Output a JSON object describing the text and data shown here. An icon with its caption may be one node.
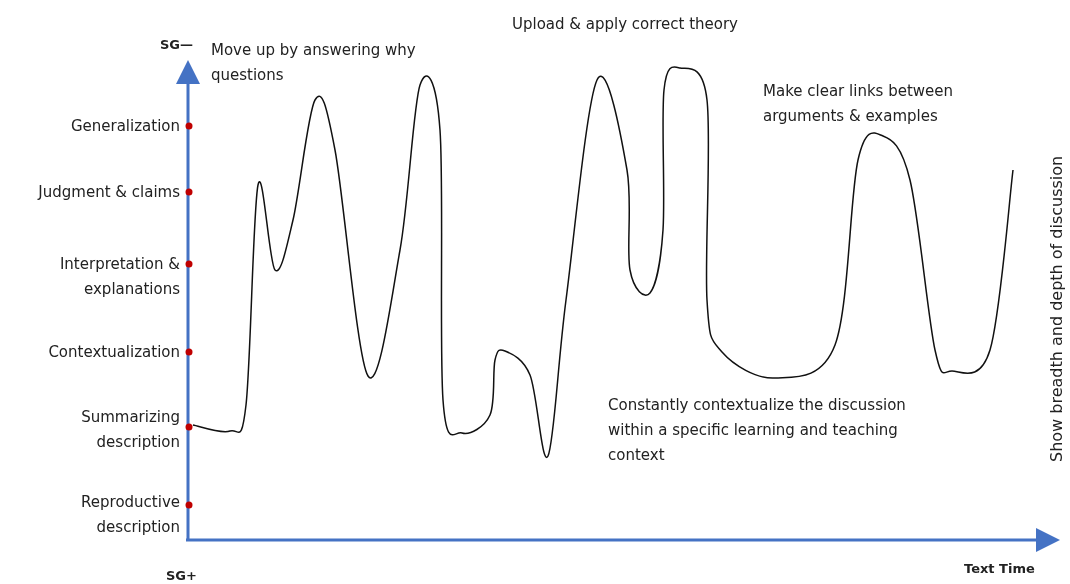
{
  "diagram": {
    "labels": [
      "SG—",
      "Upload & apply correct theory",
      "Move up by answering why questions",
      "Generalization",
      "Judgment & claims",
      "Interpretation & explanations",
      "Make clear links between arguments & examples",
      "Contextualization",
      "Constantly contextualize the discussion within a specific learning and teaching context",
      "Summarizing description",
      "Reproductive description",
      "Show breadth and depth of discussion",
      "SG+",
      "Text Time"
    ]
  }
}
